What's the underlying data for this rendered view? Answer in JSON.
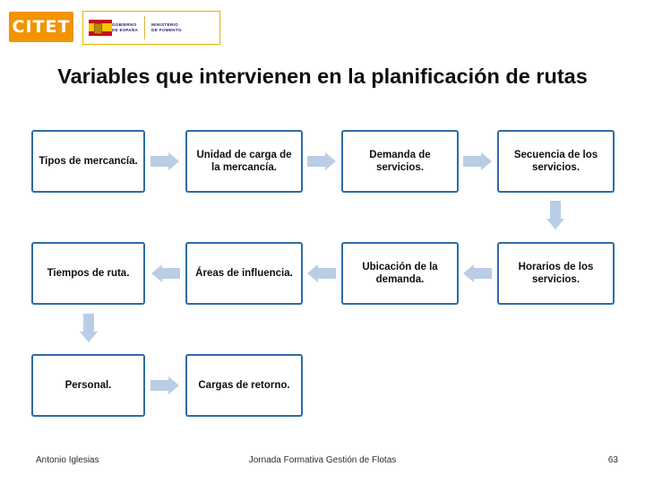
{
  "header": {
    "citet_logo_text": "CITET",
    "gobierno_line1": "GOBIERNO",
    "gobierno_line2": "DE ESPAÑA",
    "ministerio_line1": "MINISTERIO",
    "ministerio_line2": "DE FOMENTO"
  },
  "title": "Variables que intervienen en la planificación de rutas",
  "diagram": {
    "boxes": [
      {
        "label": "Tipos de mercancía."
      },
      {
        "label": "Unidad de carga de la mercancía."
      },
      {
        "label": "Demanda de servicios."
      },
      {
        "label": "Secuencia de los servicios."
      },
      {
        "label": "Tiempos de ruta."
      },
      {
        "label": "Áreas de influencia."
      },
      {
        "label": "Ubicación de la demanda."
      },
      {
        "label": "Horarios de los servicios."
      },
      {
        "label": "Personal."
      },
      {
        "label": "Cargas de retorno."
      }
    ],
    "arrows": [
      {
        "direction": "right"
      },
      {
        "direction": "right"
      },
      {
        "direction": "right"
      },
      {
        "direction": "down"
      },
      {
        "direction": "left"
      },
      {
        "direction": "left"
      },
      {
        "direction": "left"
      },
      {
        "direction": "down"
      },
      {
        "direction": "right"
      }
    ],
    "accent_color": "#2e6ca4",
    "arrow_color": "#b9cde5"
  },
  "footer": {
    "author": "Antonio Iglesias",
    "course": "Jornada Formativa Gestión de Flotas",
    "page_number": "63"
  }
}
